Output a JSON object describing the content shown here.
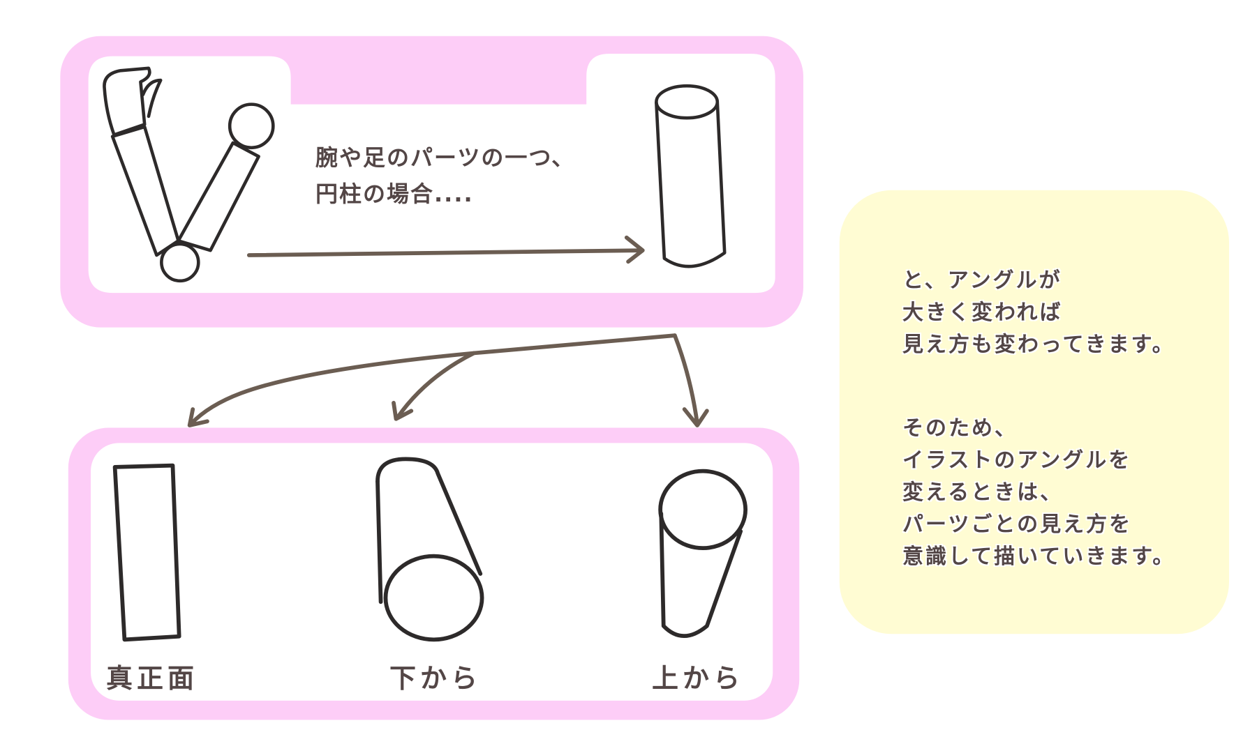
{
  "intro_text": [
    "腕や足のパーツの一つ、",
    "円柱の場合...."
  ],
  "explanation_1": [
    "と、アングルが",
    "大きく変われば",
    "見え方も変わってきます。"
  ],
  "explanation_2": [
    "そのため、",
    "イラストのアングルを",
    "変えるときは、",
    "パーツごとの見え方を",
    "意識して描いていきます。"
  ],
  "views": [
    "真正面",
    "下から",
    "上から"
  ],
  "colors": {
    "pink": "#fdcdf7",
    "yellow": "#fffcd3",
    "line": "#2d2a2a",
    "arrow": "#6b5d52",
    "text": "#534646"
  }
}
